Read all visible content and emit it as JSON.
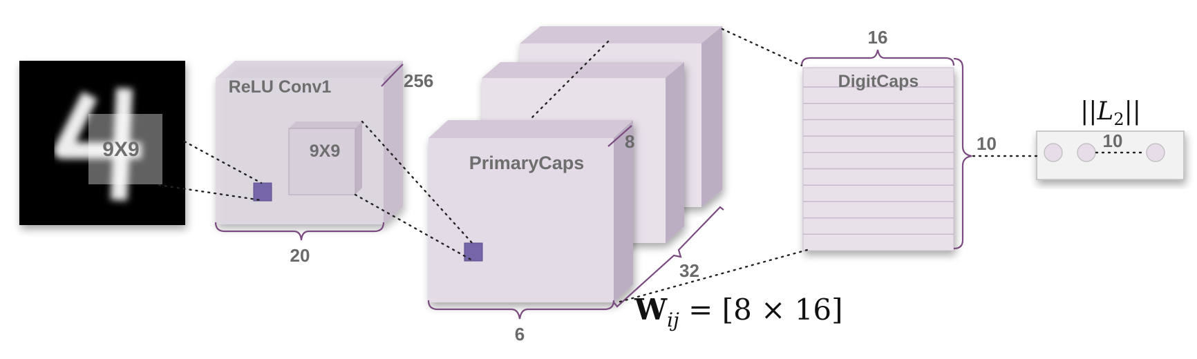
{
  "input": {
    "kernel_label": "9X9"
  },
  "conv1": {
    "title": "ReLU Conv1",
    "kernel_label": "9X9",
    "depth": "256",
    "width": "20"
  },
  "primary_caps": {
    "title": "PrimaryCaps",
    "depth": "8",
    "width": "6",
    "count": "32"
  },
  "digit_caps": {
    "title": "DigitCaps",
    "width": "16",
    "height": "10",
    "rows": 10
  },
  "output": {
    "norm_label": "||L2||",
    "count": "10"
  },
  "weight_formula": "W_ij = [8 × 16]",
  "colors": {
    "cube_front": "#e6dfe8",
    "cube_top": "#d4c8d8",
    "cube_side": "#bcaec2",
    "brace": "#7a4a80",
    "kernel": "#7466a8"
  }
}
